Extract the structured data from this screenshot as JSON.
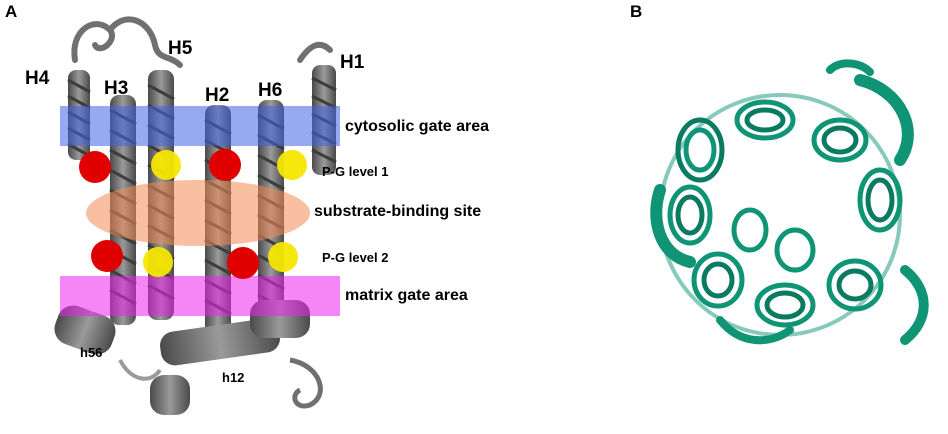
{
  "panels": {
    "a": "A",
    "b": "B"
  },
  "helices": {
    "h4": "H4",
    "h3": "H3",
    "h5": "H5",
    "h2": "H2",
    "h6": "H6",
    "h1": "H1",
    "h56": "h56",
    "h12": "h12"
  },
  "regions": {
    "cytosolic": "cytosolic gate area",
    "pg1": "P-G level 1",
    "substrate": "substrate-binding site",
    "pg2": "P-G level 2",
    "matrix": "matrix gate area"
  },
  "colors": {
    "helix_gray": "#6e6e6e",
    "cytosolic_band": "#3f63e6",
    "substrate_band": "#f28b54",
    "matrix_band": "#ee22ee",
    "proline_red": "#e00000",
    "glycine_yellow": "#f5e600",
    "panel_b_teal": "#0f9475"
  }
}
